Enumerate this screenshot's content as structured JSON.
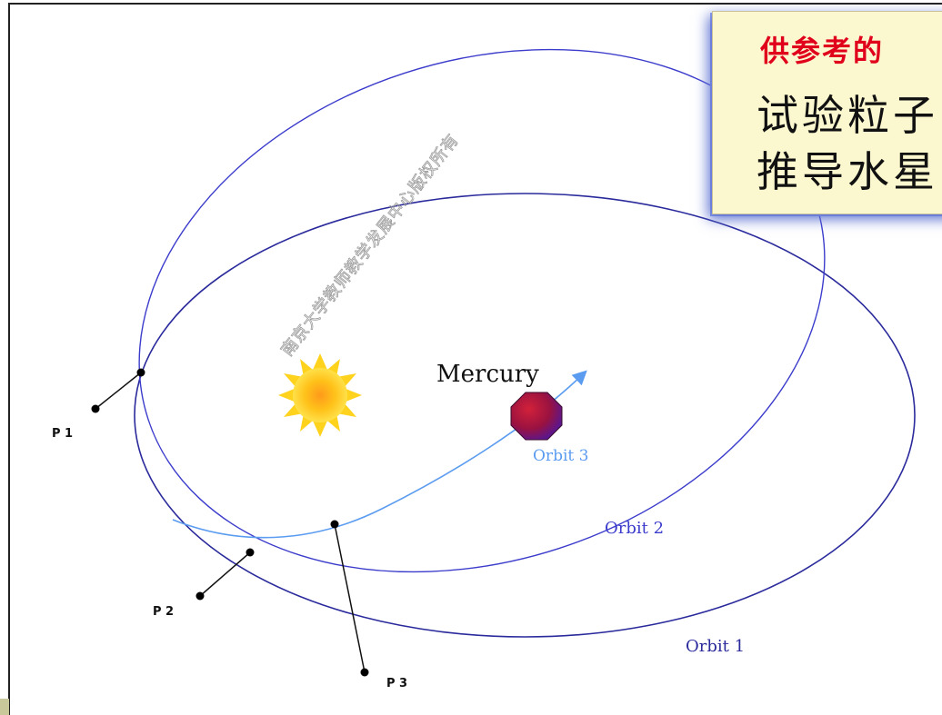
{
  "labels": {
    "mercury": "Mercury",
    "orbit1": "Orbit 1",
    "orbit2": "Orbit 2",
    "orbit3": "Orbit 3",
    "p1": "P 1",
    "p2": "P 2",
    "p3": "P 3"
  },
  "watermark": "南京大学教师教学发展中心版权所有",
  "callout": {
    "heading": "供参考的",
    "line1": "试验粒子",
    "line2": "推导水星"
  },
  "colors": {
    "orbit_outer": "#2a2a9c",
    "orbit_inner": "#3c3ccc",
    "orbit3_path": "#5b9cf0",
    "mercury_fill": "#b0123e",
    "sun": "#f4b400",
    "heading_red": "#e0001b"
  }
}
